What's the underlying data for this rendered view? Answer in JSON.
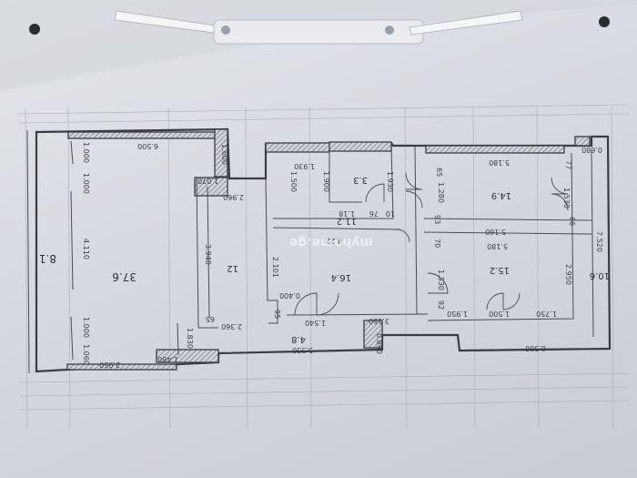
{
  "watermark": "myhome.ge",
  "room_areas": [
    "37.6",
    "8.1",
    "12",
    "16.4",
    "11.2",
    "3.3",
    "14.9",
    "15.2",
    "10.6",
    "4.8"
  ],
  "dimensions": {
    "d6500": "6.500",
    "d1600": "1.600",
    "d1000a": "1.000",
    "d1000b": "1.000",
    "d4110": "4.110",
    "d1000c": "1.000",
    "d1060": "1.060",
    "d2950a": "2.950",
    "d1480": "1.480",
    "d1830": "1.830",
    "d1070": "1.070",
    "d2960": "2.960",
    "d3940": "3.940",
    "d2360": "2.360",
    "d65a": "65",
    "d95": "95",
    "d2101": "2.101",
    "d1930a": "1.930",
    "d1500": "1.500",
    "d1900": "1.900",
    "d1930b": "1.930",
    "d118": "1.18",
    "d76": "76",
    "d10": "10",
    "d422": "4.22",
    "d0400": "0.400",
    "d1540": "1.540",
    "d3150": "3.150",
    "d5550": "5.550",
    "d0890": "0.890",
    "d5180a": "5.180",
    "d1280": "1.280",
    "d1530": "1.530",
    "d65b": "65",
    "d77": "77",
    "d0680": "0.680",
    "d7520": "7.520",
    "d5160": "5.160",
    "d5180b": "5.180",
    "d1330": "1.330",
    "d2950b": "2.950",
    "d1950": "1.950",
    "d1500b": "1.500",
    "d1750": "1.750",
    "d6300": "6.300",
    "d93": "93",
    "d66": "66",
    "d70": "70",
    "d92": "92"
  },
  "colors": {
    "paper": "#e3e5ea",
    "line": "#3a3c42",
    "binder": "#f4f5f7"
  }
}
